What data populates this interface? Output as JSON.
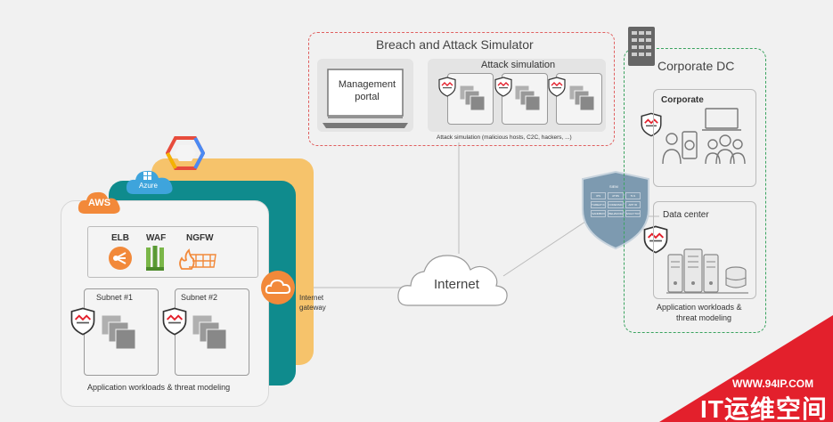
{
  "bas": {
    "title": "Breach and Attack Simulator",
    "management_portal": "Management portal",
    "attack_simulation": "Attack simulation",
    "attack_caption": "Attack simulation (malicious hosts, C2C, hackers, ...)"
  },
  "corporate_dc": {
    "title": "Corporate DC",
    "corporate": "Corporate",
    "data_center": "Data center",
    "workloads_line1": "Application workloads &",
    "workloads_line2": "threat modeling"
  },
  "cloud": {
    "aws": "AWS",
    "azure": "Azure",
    "elb": "ELB",
    "waf": "WAF",
    "ngfw": "NGFW",
    "subnet1": "Subnet #1",
    "subnet2": "Subnet #2",
    "workloads": "Application workloads & threat modeling",
    "igw_line1": "Internet",
    "igw_line2": "gateway"
  },
  "internet": "Internet",
  "siem": {
    "title": "SIEM",
    "cells": [
      "IPS",
      "ATRS",
      "TLS",
      "THREAT INTEL",
      "FORENSICS",
      "APP ID",
      "SANDBOX",
      "BEHAVIORAL",
      "ANALYTICS"
    ]
  },
  "watermark": {
    "url": "WWW.94IP.COM",
    "text": "IT运维空间"
  },
  "colors": {
    "accent_red": "#e3202c",
    "aws_orange": "#f2893a",
    "teal": "#0f8b8d",
    "gcp_yellow": "#f6c36b",
    "corporate_green": "#3aa35f",
    "azure_blue": "#3ea4dc",
    "siem_blue": "#7d9ab0"
  }
}
